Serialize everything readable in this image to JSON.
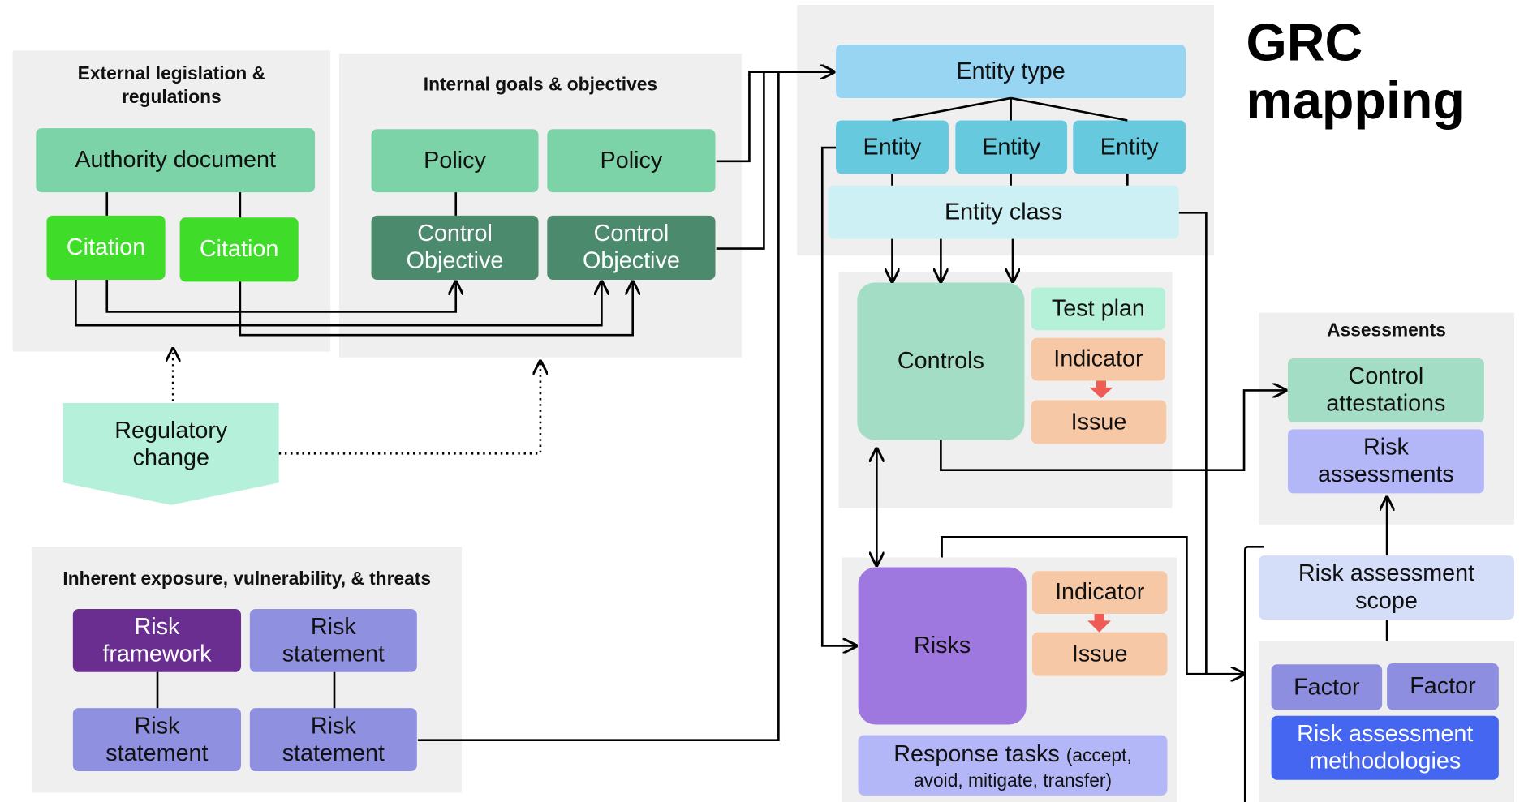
{
  "title": "GRC mapping",
  "external": {
    "title": "External legislation & regulations",
    "authority": "Authority document",
    "citations": [
      "Citation",
      "Citation"
    ]
  },
  "internal": {
    "title": "Internal goals & objectives",
    "policies": [
      "Policy",
      "Policy"
    ],
    "control_objectives": [
      "Control Objective",
      "Control Objective"
    ]
  },
  "regulatory_change": "Regulatory change",
  "inherent": {
    "title": "Inherent exposure, vulnerability, & threats",
    "risk_framework": "Risk framework",
    "risk_statements": [
      "Risk statement",
      "Risk statement",
      "Risk statement"
    ]
  },
  "entities": {
    "type": "Entity type",
    "items": [
      "Entity",
      "Entity",
      "Entity"
    ],
    "class": "Entity class"
  },
  "controls": {
    "label": "Controls",
    "test_plan": "Test plan",
    "indicator": "Indicator",
    "issue": "Issue"
  },
  "risks": {
    "label": "Risks",
    "indicator": "Indicator",
    "issue": "Issue",
    "response": "Response tasks",
    "response_detail": "(accept, avoid, mitigate, transfer)"
  },
  "assessments": {
    "title": "Assessments",
    "control_attestations": "Control attestations",
    "risk_assessments": "Risk assessments"
  },
  "scope": "Risk assessment scope",
  "methodology": {
    "factors": [
      "Factor",
      "Factor"
    ],
    "label": "Risk assessment methodologies"
  },
  "colors": {
    "light_green": "#7dd3a8",
    "citation_green": "#40dc2a",
    "dark_green": "#4c8a6d",
    "entity_type": "#98d5f3",
    "entity": "#66c9dd",
    "entity_class": "#cdf0f4",
    "controls": "#a4ddc6",
    "orange": "#f7c8a5",
    "risks": "#9e78de",
    "lavender": "#b4b7f7",
    "risk_framework": "#6a2e91",
    "factor": "#8d8ee0",
    "methodology": "#4466f0",
    "scope": "#d4def9",
    "arrow_red": "#ef5c55"
  }
}
